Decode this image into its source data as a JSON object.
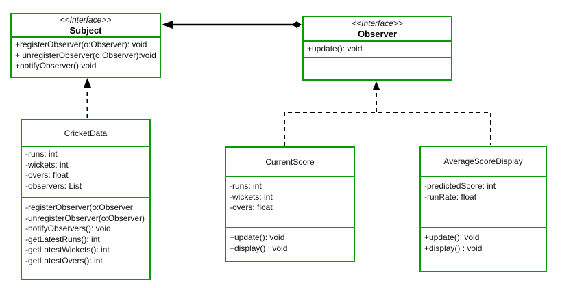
{
  "diagram": {
    "title": "Observer pattern UML class diagram (Cricket score example)",
    "accent_color": "#099909",
    "text_color": "#111111",
    "nodes": {
      "subject": {
        "stereotype": "<<Interface>>",
        "name": "Subject",
        "methods": [
          "+registerObserver(o:Observer): void",
          "+ unregisterObserver(o:Observer):void",
          "+notifyObserver():void"
        ]
      },
      "observer": {
        "stereotype": "<<Interface>>",
        "name": "Observer",
        "methods": [
          "+update(): void"
        ]
      },
      "cricket_data": {
        "name": "CricketData",
        "attributes": [
          "-runs: int",
          "-wickets: int",
          "-overs: float",
          "-observers: List"
        ],
        "methods": [
          "-registerObserver(o:Observer",
          "-unregisterObserver(o:Observer)",
          "-notifyObservers(): void",
          "-getLatestRuns(): int",
          "-getLatestWickets(): int",
          "-getLatestOvers(): int"
        ]
      },
      "current_score": {
        "name": "CurrentScore",
        "attributes": [
          "-runs: int",
          "-wickets: int",
          "-overs: float"
        ],
        "methods": [
          "+update(): void",
          "+display() : void"
        ]
      },
      "average_score_display": {
        "name": "AverageScoreDisplay",
        "attributes": [
          "-predictedScore: int",
          "-runRate: float"
        ],
        "methods": [
          "+update(): void",
          "+display() : void"
        ]
      }
    },
    "edges": [
      {
        "from": "observer",
        "to": "subject",
        "style": "solid",
        "source_end": "diamond",
        "target_end": "arrow"
      },
      {
        "from": "cricket_data",
        "to": "subject",
        "style": "dashed",
        "target_end": "arrow"
      },
      {
        "from": "current_score",
        "to": "observer",
        "style": "dashed",
        "target_end": "arrow"
      },
      {
        "from": "average_score_display",
        "to": "observer",
        "style": "dashed",
        "target_end": "arrow"
      }
    ]
  }
}
